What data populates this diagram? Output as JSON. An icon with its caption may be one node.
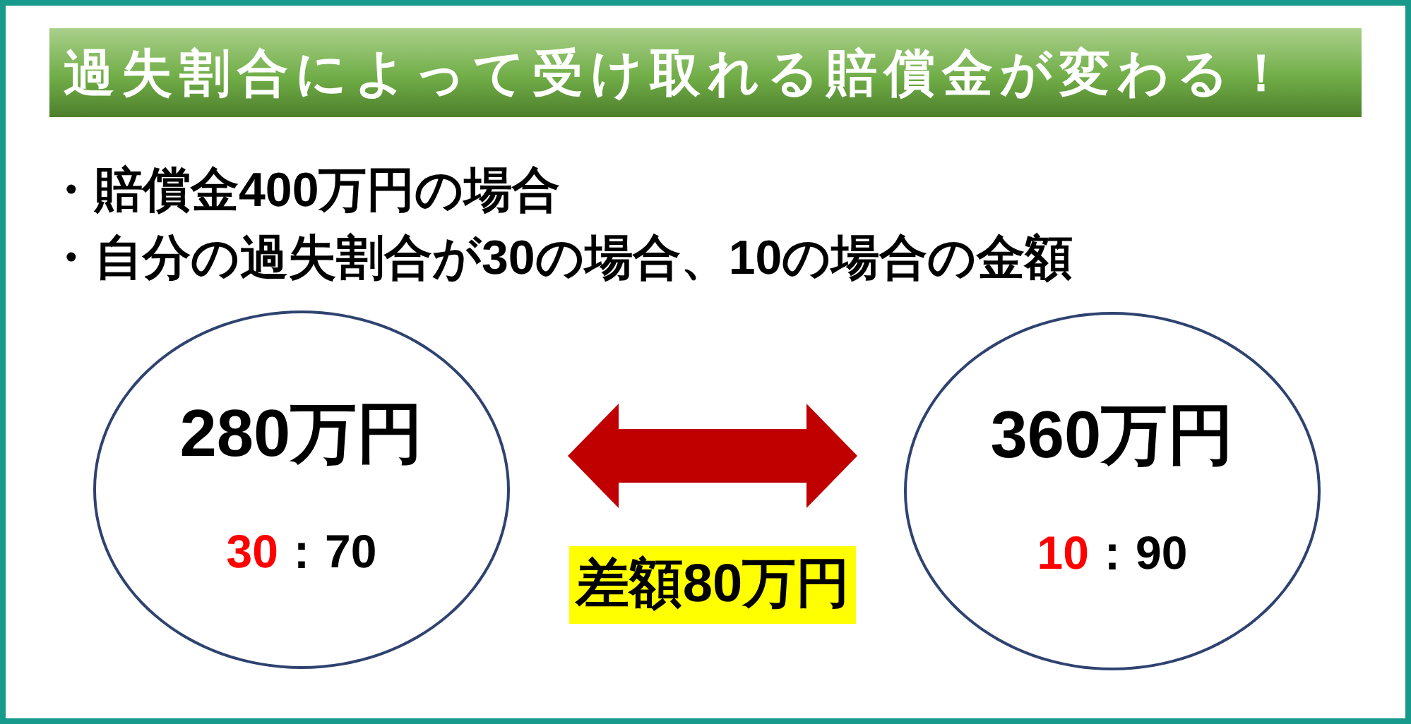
{
  "diagram": {
    "title": "過失割合によって受け取れる賠償金が変わる！",
    "nodes": [
      {
        "text": [
          "280万円",
          "30",
          "：70"
        ]
      },
      {
        "text": [
          "360万円",
          "10",
          "：90"
        ]
      }
    ],
    "edges": [
      {
        "from": 0,
        "to": 1,
        "arrow": "both",
        "label": "差額80万円",
        "style": "thick",
        "color": "#c00000"
      }
    ],
    "labels": [
      "・賠償金400万円の場合",
      "・自分の過失割合が30の場合、10の場合の金額"
    ]
  }
}
